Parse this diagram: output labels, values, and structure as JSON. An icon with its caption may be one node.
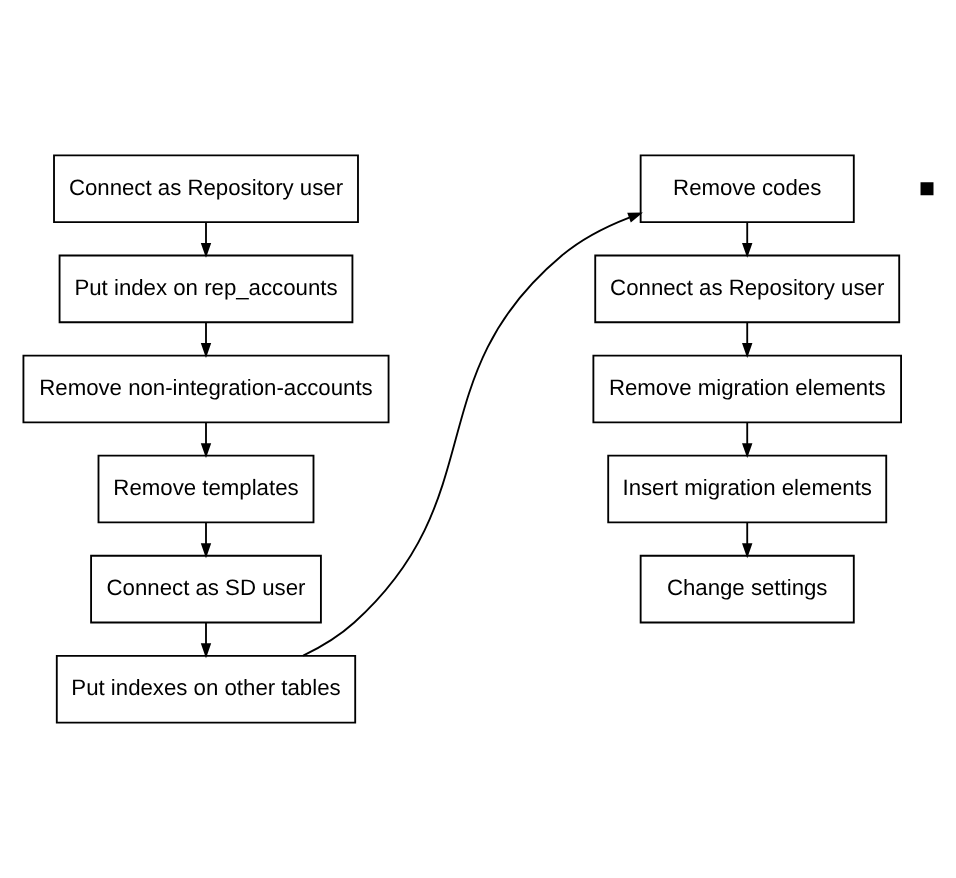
{
  "diagram": {
    "nodes": [
      {
        "text": [
          "Connect as Repository user"
        ]
      },
      {
        "text": [
          "Put index on rep_accounts"
        ]
      },
      {
        "text": [
          "Remove non-integration-accounts"
        ]
      },
      {
        "text": [
          "Remove templates"
        ]
      },
      {
        "text": [
          "Connect as SD user"
        ]
      },
      {
        "text": [
          "Put indexes on other tables"
        ]
      },
      {
        "text": [
          "Remove codes"
        ]
      },
      {
        "text": [
          "Connect as Repository user"
        ]
      },
      {
        "text": [
          "Remove migration elements"
        ]
      },
      {
        "text": [
          "Insert migration elements"
        ]
      },
      {
        "text": [
          "Change settings"
        ]
      },
      {
        "text": [],
        "shape": "box"
      }
    ],
    "edges": [
      {
        "from": 0,
        "to": 1,
        "arrow": "to"
      },
      {
        "from": 1,
        "to": 2,
        "arrow": "to"
      },
      {
        "from": 2,
        "to": 3,
        "arrow": "to"
      },
      {
        "from": 3,
        "to": 4,
        "arrow": "to"
      },
      {
        "from": 4,
        "to": 5,
        "arrow": "to"
      },
      {
        "from": 5,
        "to": 6,
        "arrow": "to"
      },
      {
        "from": 6,
        "to": 7,
        "arrow": "to"
      },
      {
        "from": 7,
        "to": 8,
        "arrow": "to"
      },
      {
        "from": 8,
        "to": 9,
        "arrow": "to"
      },
      {
        "from": 9,
        "to": 10,
        "arrow": "to"
      }
    ]
  }
}
